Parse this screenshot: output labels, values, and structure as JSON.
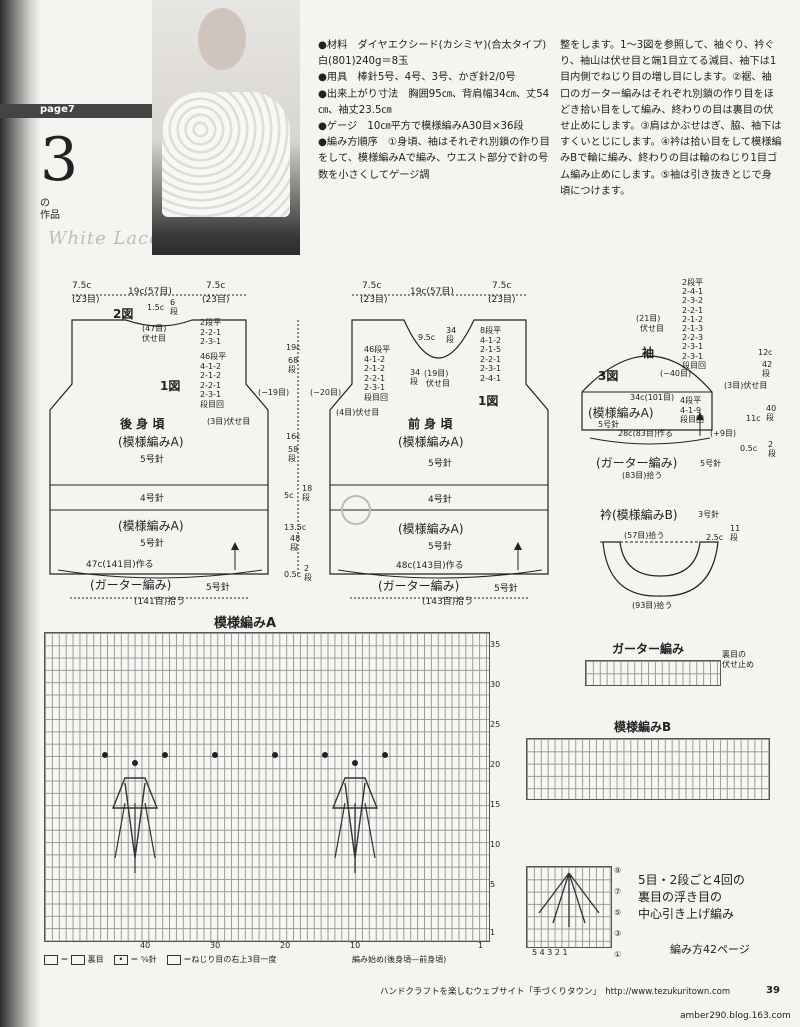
{
  "header": {
    "page_tag": "page7",
    "work_number": "3",
    "work_suffix": "の\n作品",
    "watermark": "White Lace"
  },
  "instructions": {
    "col1": [
      "●材料　ダイヤエクシード(カシミヤ)(合太タイプ)　白(801)240g＝8玉",
      "●用具　棒針5号、4号、3号、かぎ針2/0号",
      "●出来上がり寸法　胸囲95㎝、背肩幅34㎝、丈54㎝、袖丈23.5㎝",
      "●ゲージ　10㎝平方で模様編みA30目×36段",
      "●編み方順序　①身頃、袖はそれぞれ別鎖の作り目をして、模様編みAで編み、ウエスト部分で針の号数を小さくしてゲージ調"
    ],
    "col2": "整をします。1～3図を参照して、袖ぐり、衿ぐり、袖山は伏せ目と端1目立てる減目、袖下は1目内側でねじり目の増し目にします。②裾、袖口のガーター編みはそれぞれ別鎖の作り目をほどき拾い目をして編み、終わりの目は裏目の伏せ止めにします。③肩はかぶせはぎ、脇、袖下はすくいとじにします。④衿は拾い目をして模様編みBで輪に編み、終わりの目は輪のねじり1目ゴム編み止めにします。⑤袖は引き抜きとじで身頃につけます。"
  },
  "back": {
    "fig": "2図",
    "label": "1図",
    "title": "後 身 頃",
    "pattern": "(模様編みA)",
    "needle5": "5号針",
    "needle4": "4号針",
    "pattern2": "(模様編みA)",
    "needle5b": "5号針",
    "shoulder_l": "7.5c",
    "shoulder_l2": "(23目)",
    "neck": "19c(57目)",
    "shoulder_r": "7.5c",
    "shoulder_r2": "(23目)",
    "neck_h": "1.5c",
    "neck_h2": "6段",
    "bind_neck": "(47目)",
    "bind_neck2": "伏せ目",
    "dec_neck": [
      "2段平",
      "2-2-1",
      "2-3-1"
    ],
    "dec_arm": [
      "46段平",
      "4-1-2",
      "2-1-2",
      "2-2-1",
      "2-3-1",
      "段目回"
    ],
    "armhole_bind": "(3目)伏せ目",
    "arm_side": "(−19目)",
    "cast_on": "47c(141目)作る",
    "garter": "(ガーター編み)",
    "garter_needle": "5号針",
    "pickup": "(141目)拾う"
  },
  "heights": {
    "h1": "19c",
    "h1b": "68段",
    "h2": "16c",
    "h2b": "58段",
    "h3": "5c",
    "h3b": "18段",
    "h4": "13.5c",
    "h4b": "48段",
    "h5": "0.5c",
    "h5b": "2段"
  },
  "front": {
    "label": "1図",
    "title": "前 身 頃",
    "pattern": "(模様編みA)",
    "needle5": "5号針",
    "needle4": "4号針",
    "pattern2": "(模様編みA)",
    "needle5b": "5号針",
    "shoulder_l": "7.5c",
    "shoulder_l2": "(23目)",
    "neck": "19c(57目)",
    "shoulder_r": "7.5c",
    "shoulder_r2": "(23目)",
    "neck_depth": "9.5c",
    "neck_depth2": "34段",
    "neck_dec": [
      "8段平",
      "4-1-2",
      "2-1-5",
      "2-2-1",
      "2-3-1",
      "2-4-1"
    ],
    "center_bind": "(19目)",
    "center_bind2": "伏せ目",
    "neck_side": "34段",
    "arm_dec": [
      "46段平",
      "4-1-2",
      "2-1-2",
      "2-2-1",
      "2-3-1",
      "段目回"
    ],
    "arm_side": "(−20目)",
    "arm_bind": "(4目)伏せ目",
    "cast_on": "48c(143目)作る",
    "garter": "(ガーター編み)",
    "garter_needle": "5号針",
    "pickup": "(143目)拾う"
  },
  "sleeve": {
    "fig": "3図",
    "title": "袖",
    "pattern": "(模様編みA)",
    "needle": "5号針",
    "top_dec": [
      "2段平",
      "2-4-1",
      "2-3-2",
      "2-2-1",
      "2-1-2",
      "2-1-3",
      "2-2-3",
      "2-3-1",
      "2-3-1",
      "段目回"
    ],
    "top_bind": "(21目)",
    "top_bind2": "伏せ目",
    "cap_side": "(−40目)",
    "cap_h": "12c",
    "cap_h2": "42段",
    "cap_bind": "(3目)伏せ目",
    "width": "34c(101目)",
    "inc": [
      "4段平",
      "4-1-9",
      "段目回"
    ],
    "inc_side": "(+9目)",
    "low_h": "11c",
    "low_h2": "40段",
    "cuff_h": "0.5c",
    "cuff_h2": "2段",
    "cast": "28c(83目)作る",
    "garter": "(ガーター編み)",
    "garter_needle": "5号針",
    "pickup": "(83目)拾う"
  },
  "collar": {
    "title": "衿(模様編みB)",
    "needle": "3号針",
    "pick_top": "(57目)拾う",
    "depth": "2.5c",
    "depth2": "11段",
    "pick_bottom": "(93目)拾う"
  },
  "charts": {
    "a_title": "模様編みA",
    "garter_title": "ガーター編み",
    "garter_note": "裏目の\n伏せ止め",
    "b_title": "模様編みB",
    "motif_text": "5目・2段ごと4回の\n裏目の浮き目の\n中心引き上げ編み",
    "motif_rows": [
      "⑨",
      "⑦",
      "⑤",
      "③",
      "①"
    ],
    "motif_cols": "5 4 3 2 1",
    "chart_a_cols": [
      "40",
      "30",
      "20",
      "10",
      "1"
    ],
    "chart_a_rows": [
      "35",
      "30",
      "25",
      "20",
      "15",
      "10",
      "5",
      "1"
    ],
    "see_page": "編み方42ページ"
  },
  "legend": {
    "item1": "＝",
    "item1b": "裏目",
    "item2": "＝",
    "item2b": "⅝針",
    "item3": "＝ねじり目の右上3目一度",
    "start": "編み始め(後身頃",
    "start2": "前身頃)"
  },
  "footer": {
    "site": "ハンドクラフトを楽しむウェブサイト「手づくりタウン」　http://www.tezukuritown.com",
    "page": "39",
    "blog": "amber290.blog.163.com"
  }
}
